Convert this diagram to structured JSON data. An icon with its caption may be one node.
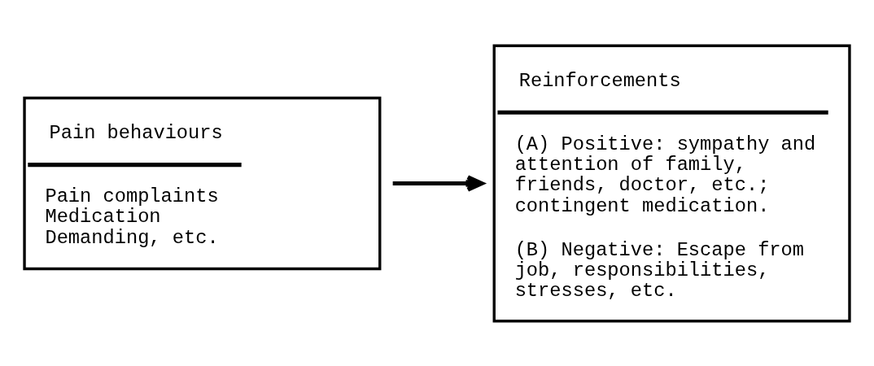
{
  "diagram": {
    "nodes": [
      {
        "text": [
          "Pain behaviours",
          "Pain complaints",
          "Medication",
          "Demanding, etc."
        ]
      },
      {
        "text": [
          "Reinforcements",
          "(A) Positive: sympathy and attention of family, friends, doctor, etc.; contingent medication.",
          "(B) Negative: Escape from job, responsibilities, stresses, etc."
        ]
      }
    ],
    "edges": [
      {
        "from": 0,
        "to": 1,
        "arrow": "to"
      }
    ]
  }
}
